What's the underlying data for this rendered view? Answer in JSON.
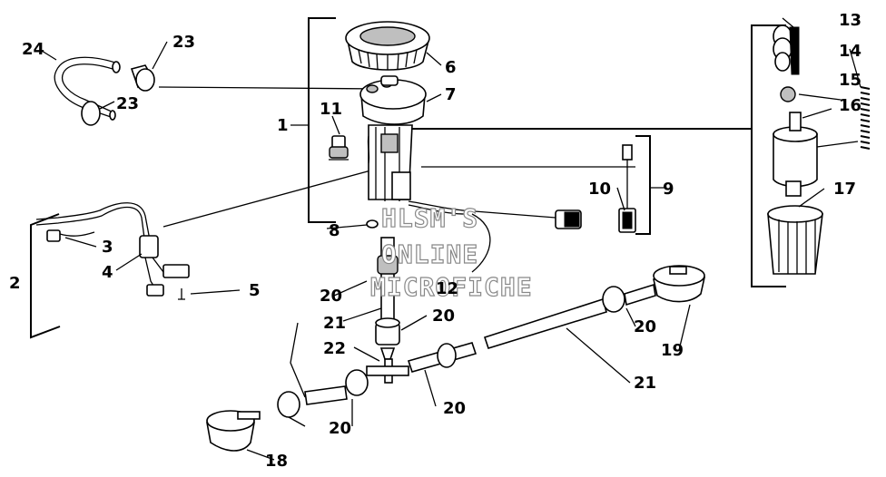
{
  "diagram": {
    "labels": {
      "l1": "1",
      "l2": "2",
      "l3": "3",
      "l4": "4",
      "l5": "5",
      "l6": "6",
      "l7": "7",
      "l8": "8",
      "l9": "9",
      "l10": "10",
      "l11": "11",
      "l12": "12",
      "l13": "13",
      "l14": "14",
      "l15": "15",
      "l16": "16",
      "l17": "17",
      "l18": "18",
      "l19": "19",
      "l20a": "20",
      "l20b": "20",
      "l20c": "20",
      "l20d": "20",
      "l20e": "20",
      "l21a": "21",
      "l21b": "21",
      "l22": "22",
      "l23a": "23",
      "l23b": "23",
      "l24": "24"
    },
    "watermark": [
      "HLSM'S",
      "ONLINE",
      "MICROFICHE"
    ]
  }
}
